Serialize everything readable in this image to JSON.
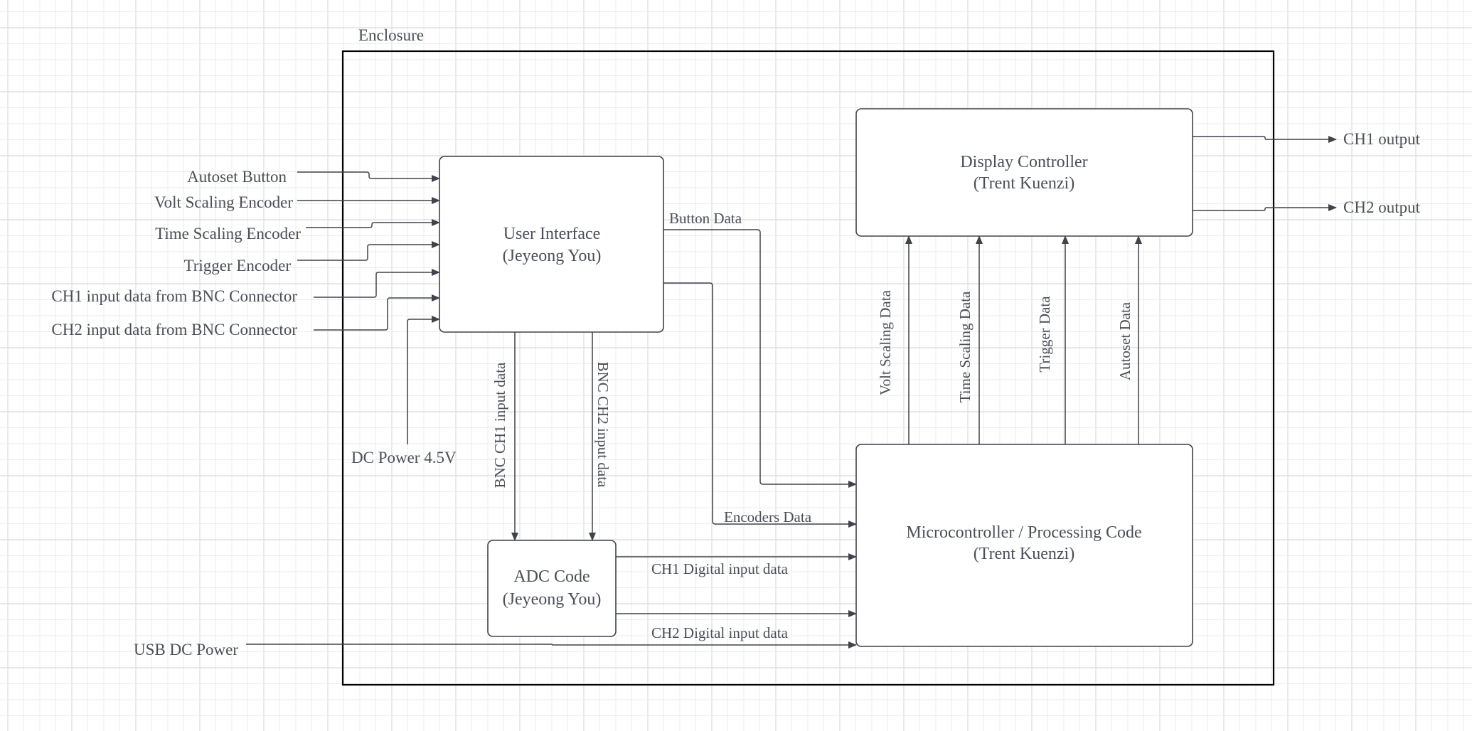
{
  "diagram": {
    "enclosure_label": "Enclosure",
    "blocks": {
      "user_interface": {
        "title": "User Interface",
        "owner": "(Jeyeong You)"
      },
      "display_controller": {
        "title": "Display Controller",
        "owner": "(Trent Kuenzi)"
      },
      "microcontroller": {
        "title": "Microcontroller / Processing Code",
        "owner": "(Trent Kuenzi)"
      },
      "adc": {
        "title": "ADC Code",
        "owner": "(Jeyeong You)"
      }
    },
    "external_inputs": [
      "Autoset Button",
      "Volt Scaling Encoder",
      "Time Scaling Encoder",
      "Trigger Encoder",
      "CH1 input data from BNC Connector",
      "CH2 input data from BNC Connector"
    ],
    "power": {
      "dc": "DC Power 4.5V",
      "usb": "USB DC Power"
    },
    "outputs": [
      "CH1 output",
      "CH2 output"
    ],
    "connections": {
      "button_data": "Button Data",
      "encoders_data": "Encoders Data",
      "bnc_ch1": "BNC CH1 input data",
      "bnc_ch2": "BNC CH2 input data",
      "ch1_digital": "CH1 Digital input data",
      "ch2_digital": "CH2 Digital input data",
      "volt_scaling_data": "Volt Scaling Data",
      "time_scaling_data": "Time Scaling Data",
      "trigger_data": "Trigger Data",
      "autoset_data": "Autoset Data"
    },
    "colors": {
      "line": "#3f444b",
      "text": "#4a4f57",
      "enclosure": "#000000"
    }
  }
}
